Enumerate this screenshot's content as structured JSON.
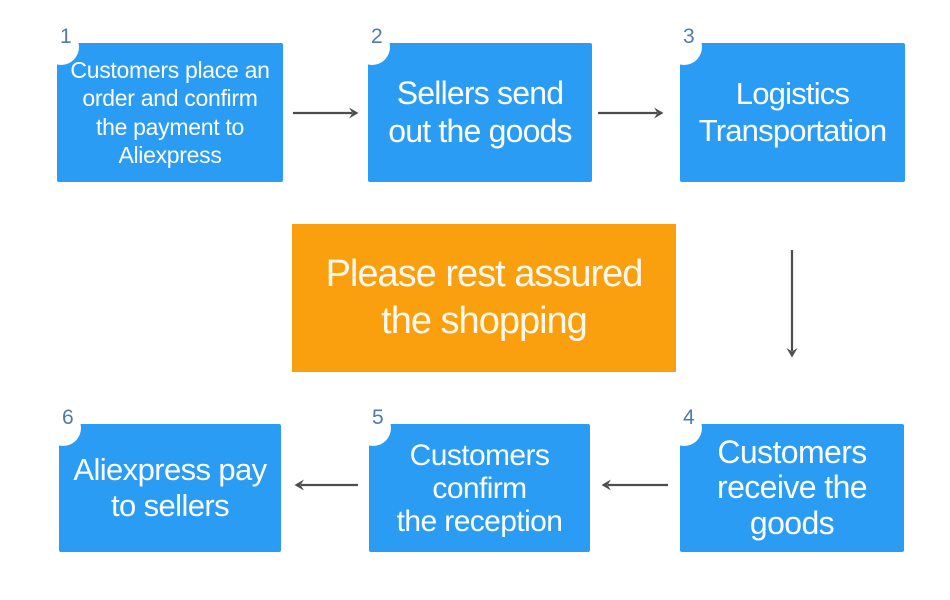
{
  "colors": {
    "step_blue": "#2B9CF4",
    "banner_orange": "#FA9F0D",
    "step_text": "#FCFDFB",
    "banner_text": "#FDF8EE",
    "step_number": "#4E7CA6",
    "arrow_gray": "#4D4D4D",
    "background": "#FFFFFF"
  },
  "diagram": {
    "steps": [
      {
        "number": "1",
        "lines": [
          "Customers place an",
          "order and confirm",
          "the payment to",
          "Aliexpress"
        ]
      },
      {
        "number": "2",
        "lines": [
          "Sellers send",
          "out the goods"
        ]
      },
      {
        "number": "3",
        "lines": [
          "Logistics",
          "Transportation"
        ]
      },
      {
        "number": "4",
        "lines": [
          "Customers",
          "receive the",
          "goods"
        ]
      },
      {
        "number": "5",
        "lines": [
          "Customers",
          "confirm",
          "the reception"
        ]
      },
      {
        "number": "6",
        "lines": [
          "Aliexpress pay",
          "to sellers"
        ]
      }
    ],
    "banner": {
      "lines": [
        "Please rest assured",
        "the shopping"
      ]
    }
  }
}
